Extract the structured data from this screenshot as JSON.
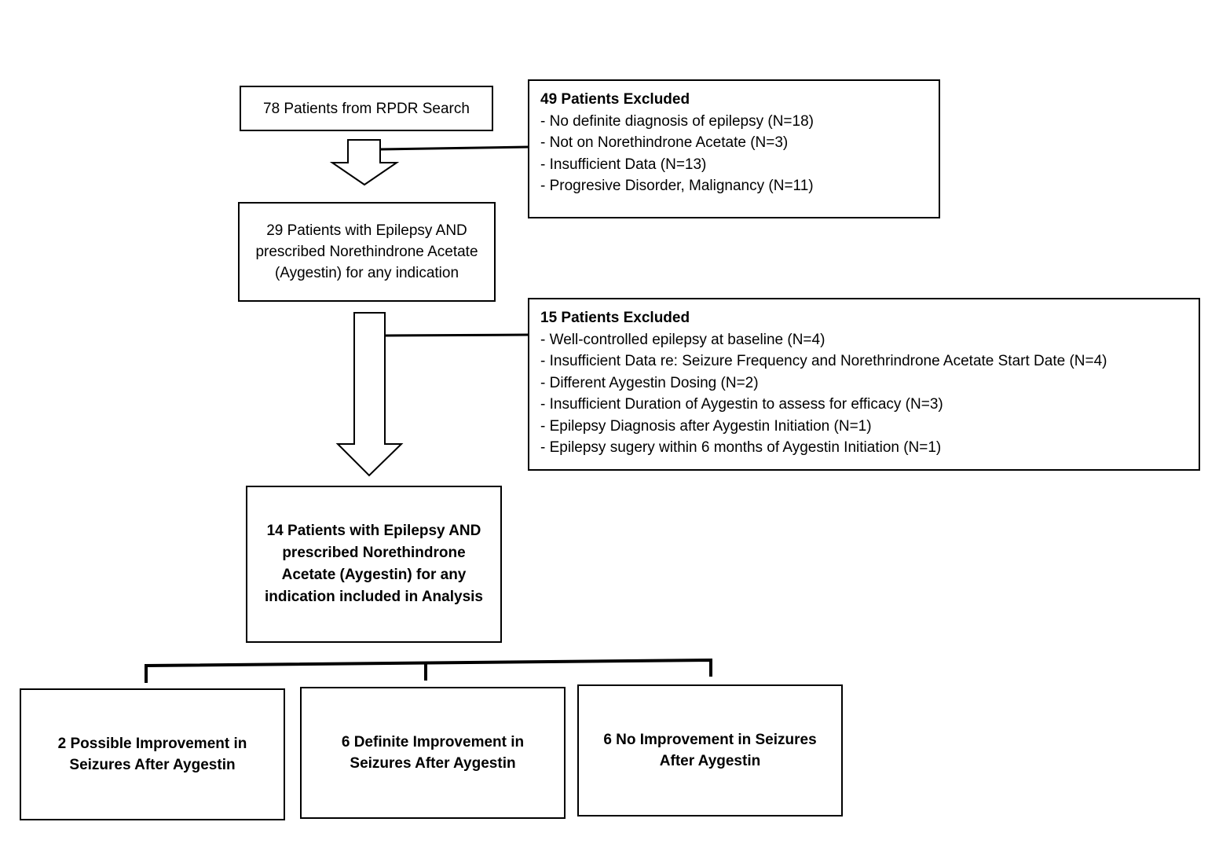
{
  "nodes": {
    "search": {
      "text": "78 Patients from RPDR Search"
    },
    "excluded1": {
      "title": "49 Patients Excluded",
      "items": [
        "- No definite diagnosis of epilepsy (N=18)",
        "- Not on Norethindrone Acetate (N=3)",
        "- Insufficient Data (N=13)",
        "- Progresive Disorder, Malignancy (N=11)"
      ]
    },
    "eligible": {
      "text": "29 Patients with Epilepsy AND prescribed Norethindrone Acetate (Aygestin) for any indication"
    },
    "excluded2": {
      "title": "15 Patients Excluded",
      "items": [
        "- Well-controlled epilepsy at baseline (N=4)",
        "- Insufficient Data re: Seizure Frequency and Norethrindrone Acetate Start Date (N=4)",
        "- Different Aygestin Dosing (N=2)",
        "- Insufficient Duration of Aygestin to assess for efficacy (N=3)",
        "- Epilepsy Diagnosis after Aygestin Initiation (N=1)",
        "- Epilepsy sugery within 6 months of Aygestin Initiation (N=1)"
      ]
    },
    "analysis": {
      "text": "14 Patients with Epilepsy AND prescribed Norethindrone Acetate (Aygestin) for any indication included in Analysis"
    },
    "outcome_possible": {
      "text": "2 Possible Improvement in Seizures After Aygestin"
    },
    "outcome_definite": {
      "text": "6 Definite Improvement in Seizures After Aygestin"
    },
    "outcome_none": {
      "text": "6 No Improvement in Seizures After Aygestin"
    }
  }
}
